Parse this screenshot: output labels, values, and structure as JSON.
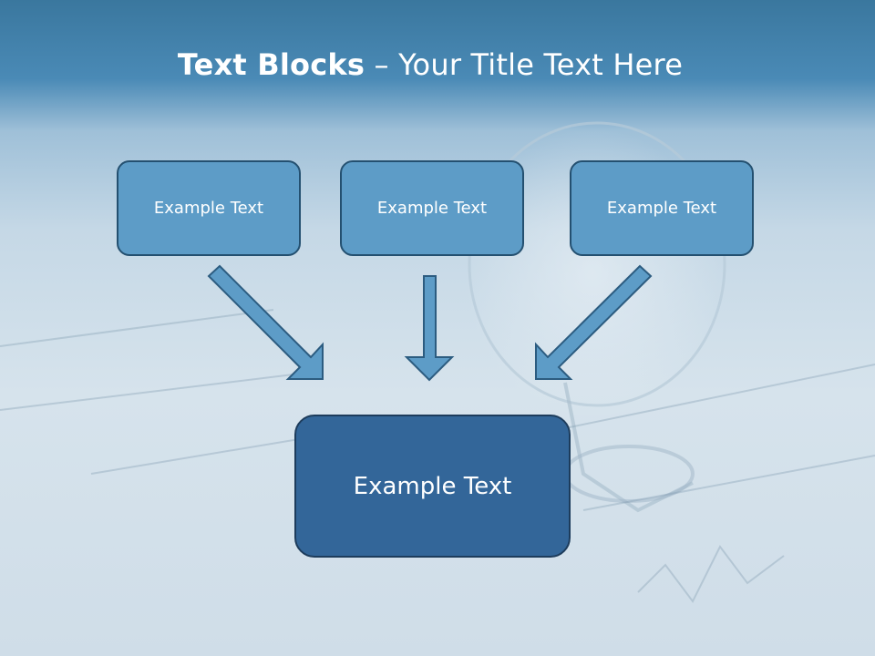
{
  "title": {
    "bold": "Text Blocks",
    "dash": " – ",
    "rest": "Your Title Text Here"
  },
  "boxes": {
    "left": "Example Text",
    "center": "Example Text",
    "right": "Example Text",
    "main": "Example Text"
  },
  "colors": {
    "box_fill": "#5d9cc7",
    "main_box_fill": "#336699",
    "arrow_fill": "#5d9cc7",
    "arrow_stroke": "#2c5c80"
  }
}
